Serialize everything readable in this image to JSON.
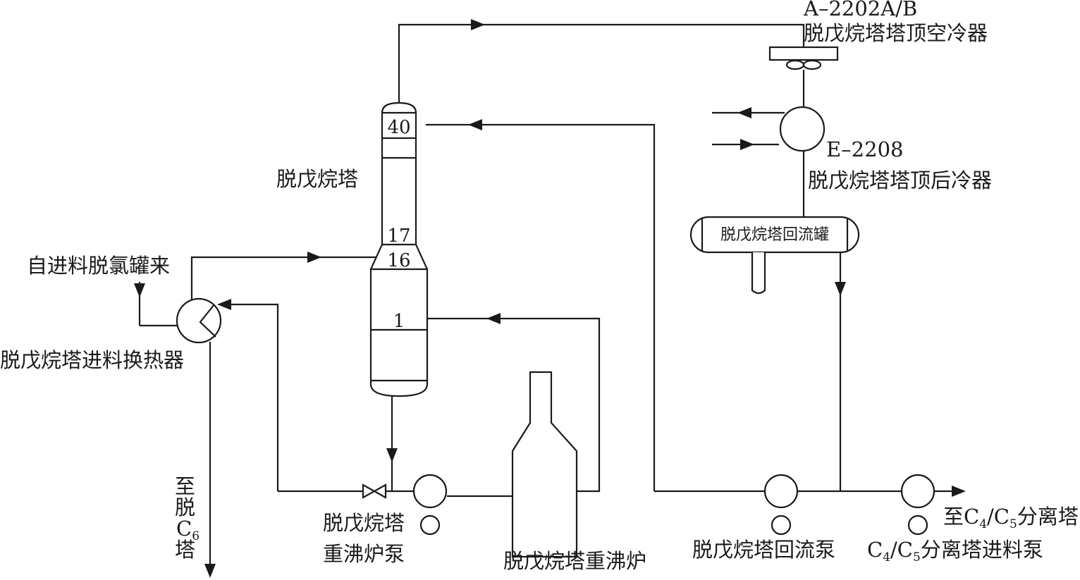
{
  "labels": {
    "air_cooler_tag": "A–2202A/B",
    "air_cooler_name": "脱戊烷塔塔顶空冷器",
    "after_cooler_tag": "E–2208",
    "after_cooler_name": "脱戊烷塔塔顶后冷器",
    "reflux_drum": "脱戊烷塔回流罐",
    "column": "脱戊烷塔",
    "feed_source": "自进料脱氯罐来",
    "feed_exchanger": "脱戊烷塔进料换热器",
    "to_dehexanizer": [
      "至",
      "脱",
      "C",
      "6",
      "塔"
    ],
    "reboiler_pump_line1": "脱戊烷塔",
    "reboiler_pump_line2": "重沸炉泵",
    "reboiler_furnace": "脱戊烷塔重沸炉",
    "reflux_pump": "脱戊烷塔回流泵",
    "to_c4c5_splitter": {
      "a": "至C",
      "b": "4",
      "c": "/C",
      "d": "5",
      "e": "分离塔"
    },
    "c4c5_feed_pump": {
      "a": "C",
      "b": "4",
      "c": "/C",
      "d": "5",
      "e": "分离塔进料泵"
    }
  },
  "trays": {
    "top": "40",
    "t17": "17",
    "t16": "16",
    "bottom": "1"
  }
}
